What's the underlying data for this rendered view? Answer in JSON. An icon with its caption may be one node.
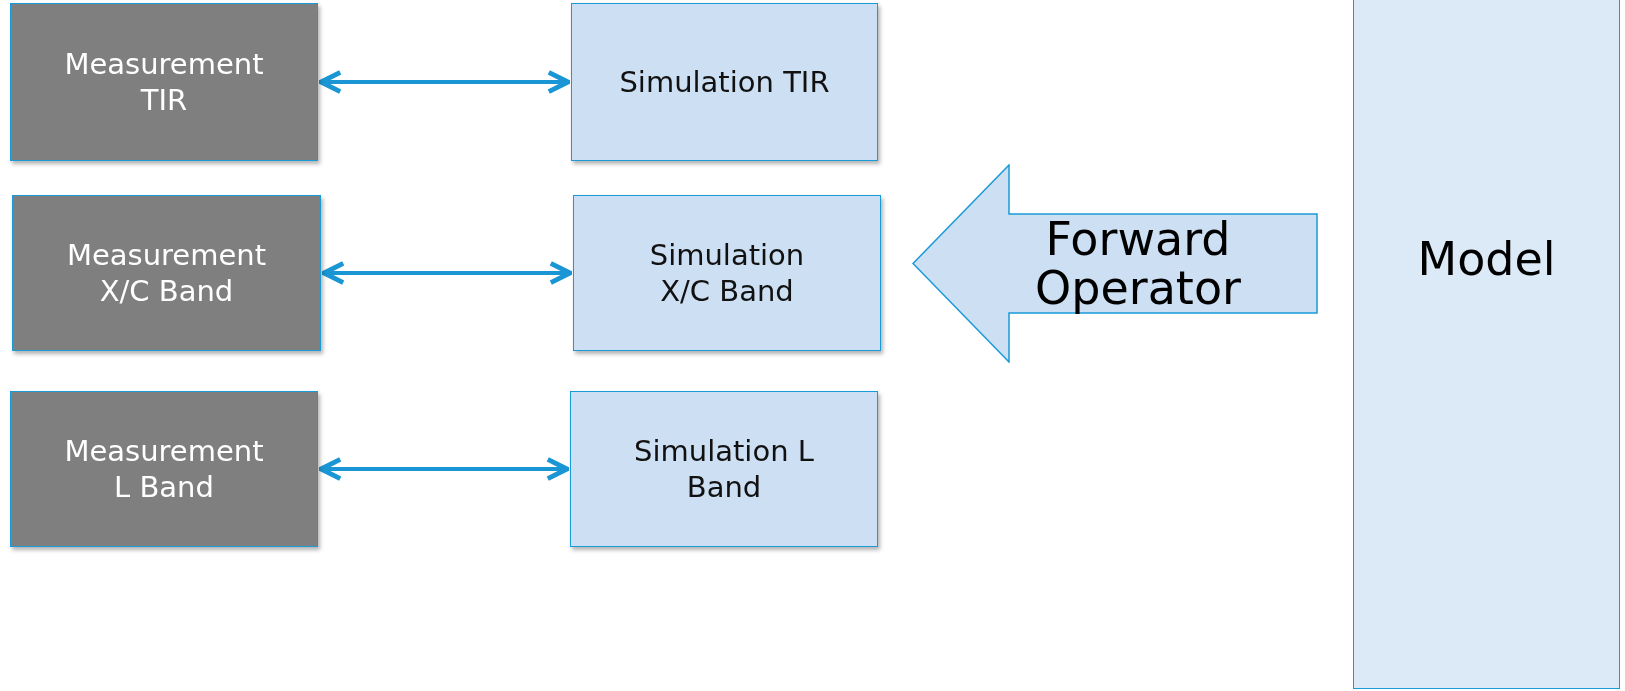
{
  "diagram": {
    "nodes": [
      {
        "text": [
          "Measurement TIR"
        ]
      },
      {
        "text": [
          "Simulation TIR"
        ]
      },
      {
        "text": [
          "Measurement X/C Band"
        ]
      },
      {
        "text": [
          "Simulation X/C Band"
        ]
      },
      {
        "text": [
          "Measurement L Band"
        ]
      },
      {
        "text": [
          "Simulation L Band"
        ]
      },
      {
        "text": [
          "Forward Operator"
        ]
      },
      {
        "text": [
          "Model"
        ]
      }
    ],
    "edges": [
      {
        "from": 0,
        "to": 1,
        "arrow": "both"
      },
      {
        "from": 2,
        "to": 3,
        "arrow": "both"
      },
      {
        "from": 4,
        "to": 5,
        "arrow": "both"
      }
    ]
  }
}
